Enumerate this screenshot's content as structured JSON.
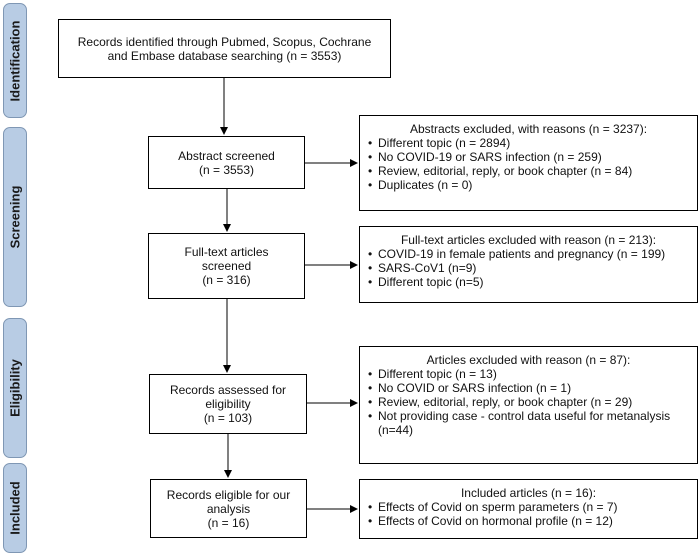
{
  "stages": [
    "Identification",
    "Screening",
    "Eligibility",
    "Included"
  ],
  "flow": {
    "identified": [
      "Records identified through Pubmed, Scopus, Cochrane",
      "and Embase database searching (n = 3553)"
    ],
    "abstract_screened": [
      "Abstract screened",
      "(n = 3553)"
    ],
    "fulltext_screened": [
      "Full-text articles",
      "screened",
      "(n = 316)"
    ],
    "assessed": [
      "Records assessed for",
      "eligibility",
      "(n = 103)"
    ],
    "eligible": [
      "Records eligible  for our",
      "analysis",
      "(n = 16)"
    ]
  },
  "exclusions": {
    "abstracts": {
      "title": "Abstracts excluded, with reasons (n = 3237):",
      "items": [
        "Different topic (n = 2894)",
        "No COVID-19 or SARS infection (n = 259)",
        "Review, editorial, reply, or book chapter (n = 84)",
        "Duplicates (n = 0)"
      ]
    },
    "fulltext": {
      "title": "Full-text articles excluded with reason (n = 213):",
      "items": [
        "COVID-19 in  female patients and pregnancy (n = 199)",
        "SARS-CoV1 (n=9)",
        "Different topic (n=5)"
      ]
    },
    "articles": {
      "title": "Articles excluded with reason (n = 87):",
      "items": [
        "Different topic (n = 13)",
        "No COVID or SARS infection (n = 1)",
        "Review, editorial, reply, or book chapter (n = 29)",
        "Not providing case - control data useful for metanalysis (n=44)"
      ]
    },
    "included": {
      "title": "Included articles  (n = 16):",
      "items": [
        "Effects of Covid on sperm parameters (n = 7)",
        "Effects of Covid on hormonal profile  (n = 12)"
      ]
    }
  }
}
